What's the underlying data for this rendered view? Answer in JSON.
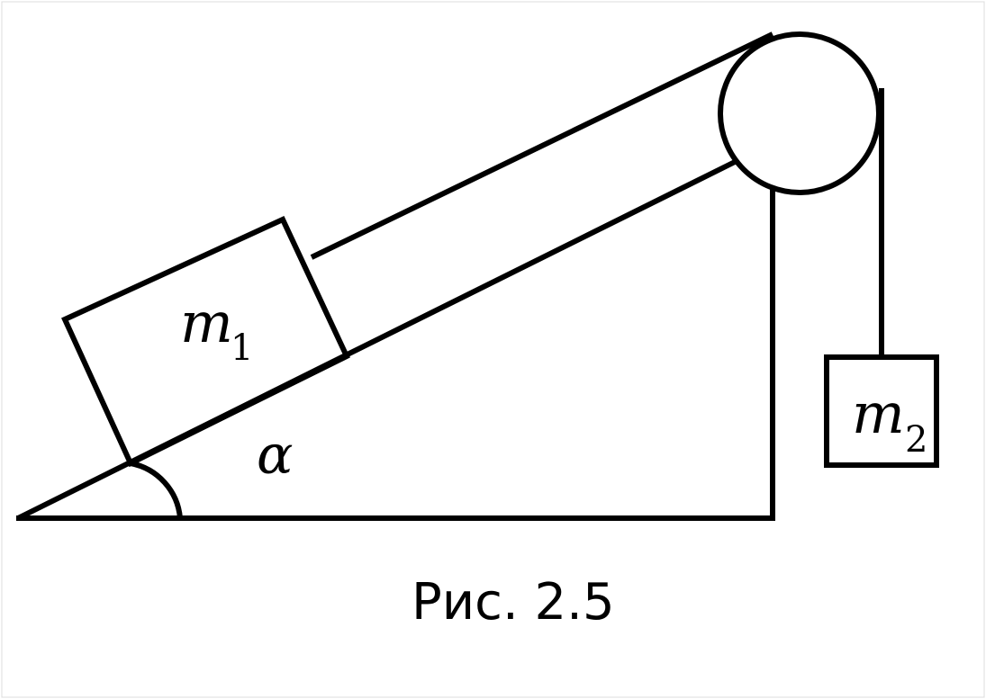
{
  "labels": {
    "mass1_symbol": "m",
    "mass1_index": "1",
    "mass2_symbol": "m",
    "mass2_index": "2",
    "angle": "α"
  },
  "caption": "Рис. 2.5"
}
